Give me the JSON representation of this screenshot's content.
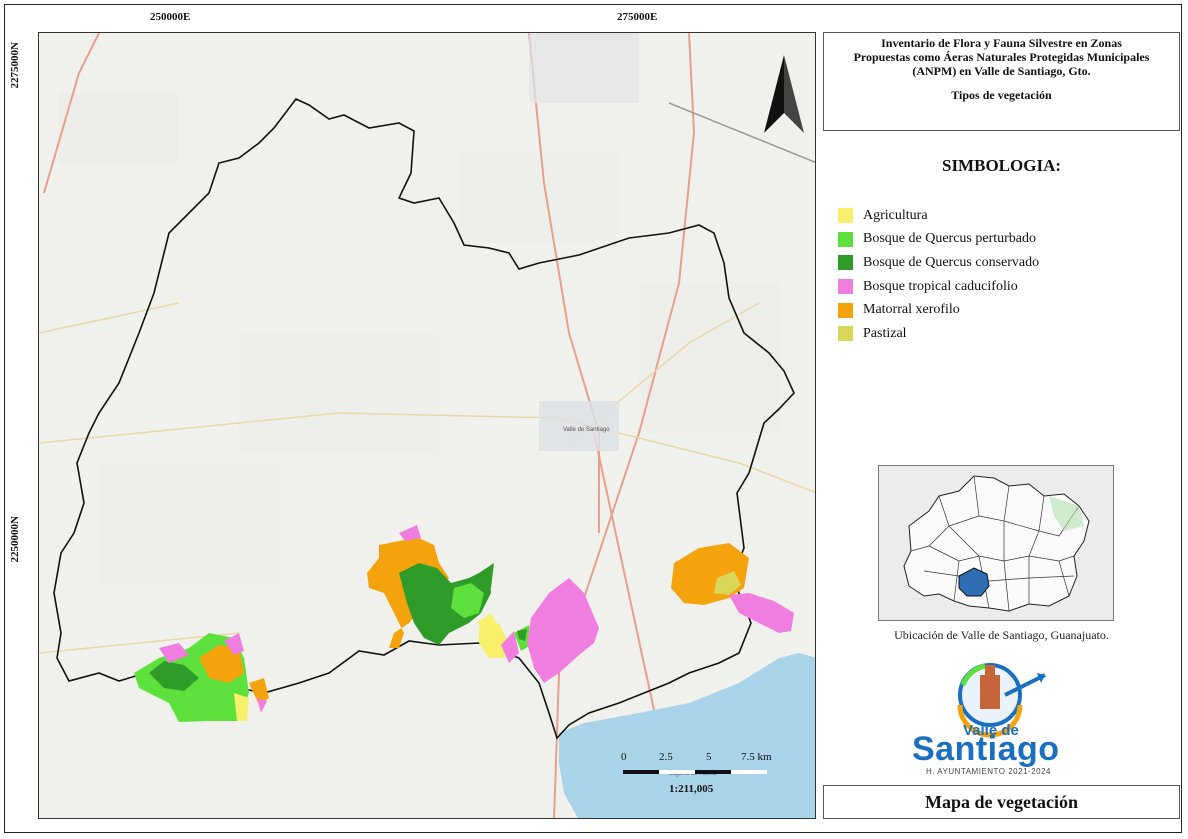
{
  "coordinates": {
    "top": [
      "250000E",
      "275000E"
    ],
    "left": [
      "2275000N",
      "2250000N"
    ]
  },
  "title_panel": {
    "lines": [
      "Inventario de Flora y Fauna Silvestre en Zonas",
      "Propuestas como Áeras Naturales Protegidas Municipales",
      "(ANPM) en Valle de Santiago, Gto."
    ],
    "subtitle": "Tipos de vegetación"
  },
  "legend": {
    "title": "SIMBOLOGIA:",
    "items": [
      {
        "label": "Agricultura",
        "color": "#f8ef6b"
      },
      {
        "label": "Bosque de Quercus perturbado",
        "color": "#5ee03c"
      },
      {
        "label": "Bosque de Quercus conservado",
        "color": "#2f9c2a"
      },
      {
        "label": "Bosque tropical caducifolio",
        "color": "#f07ee0"
      },
      {
        "label": "Matorral xerofilo",
        "color": "#f5a30c"
      },
      {
        "label": "Pastizal",
        "color": "#d9d65a"
      }
    ]
  },
  "map_labels": {
    "city": "Valle de Santiago",
    "lake": "Laguna de Yuriria"
  },
  "scale_bar": {
    "ticks": [
      "0",
      "2.5",
      "5",
      "7.5 km"
    ],
    "ratio": "1:211,005"
  },
  "inset": {
    "caption": "Ubicación de  Valle de Santiago, Guanajuato.",
    "highlight_color": "#2f6db5"
  },
  "logo": {
    "line1": "Valle de",
    "line2": "Santiago",
    "line3": "H. AYUNTAMIENTO 2021-2024"
  },
  "footer": {
    "label": "Mapa de vegetación"
  },
  "colors": {
    "water": "#a9d3e8",
    "roads": "#e8927a",
    "boundary": "#111111"
  },
  "icons": {
    "north_arrow": "north-arrow-icon"
  }
}
